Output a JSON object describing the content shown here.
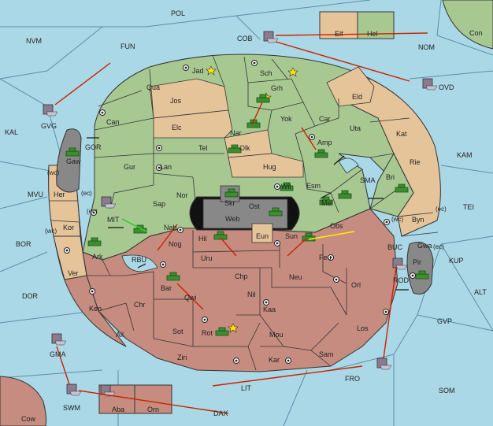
{
  "sea_regions": [
    "POL",
    "NVM",
    "FUN",
    "COB",
    "NOM",
    "Con",
    "KAL",
    "GOR",
    "KAM",
    "MVU",
    "SMA",
    "TEI",
    "BOR",
    "MIT",
    "KUP",
    "RBU",
    "BUC",
    "ROD",
    "DOR",
    "ALT",
    "GVP",
    "LIT",
    "FRO",
    "SOM",
    "SWM",
    "DAX",
    "Cow"
  ],
  "land_regions": [
    "Jad",
    "Sch",
    "Qua",
    "Jos",
    "Grh",
    "Can",
    "Yok",
    "Car",
    "Eld",
    "Elc",
    "Nar",
    "Tel",
    "Uta",
    "Kat",
    "Olk",
    "Amp",
    "Gur",
    "Lan",
    "Hug",
    "Rie",
    "Gaw",
    "Nor",
    "Wil",
    "Esm",
    "Bri",
    "Sap",
    "Skr",
    "Web",
    "Ost",
    "Mel",
    "Her",
    "Byn",
    "Kor",
    "Nab",
    "Eun",
    "Obs",
    "Gwa",
    "Hil",
    "Nog",
    "Sun",
    "Ark",
    "Uru",
    "Feu",
    "Pir",
    "Ver",
    "Chp",
    "Neu",
    "Bar",
    "Qwi",
    "Orl",
    "Nil",
    "Ken",
    "Chr",
    "Kaa",
    "Sot",
    "Rot",
    "Los",
    "Ail",
    "Mou",
    "Zin",
    "Kar",
    "Sam",
    "Aba",
    "Orn",
    "Elf",
    "Hel",
    "GMA",
    "OVD",
    "GVG"
  ],
  "coast_markers": [
    "(wc)",
    "(ec)",
    "(ec)",
    "(wc)",
    "(wc)",
    "(ec)",
    "(ec)"
  ],
  "unit_types": {
    "army": "tank-icon",
    "fleet": "ship-icon",
    "supply_center": "dot-icon",
    "capital": "star-icon"
  },
  "power_colors": {
    "north": "#a8c892",
    "south": "#c68c80",
    "neutral": "#e6c49a",
    "sea": "#abd8e6",
    "mountain": "#888888"
  },
  "order_colors": {
    "move": "#cc2200",
    "support": "#ffee00",
    "convoy": "#33cc33"
  }
}
